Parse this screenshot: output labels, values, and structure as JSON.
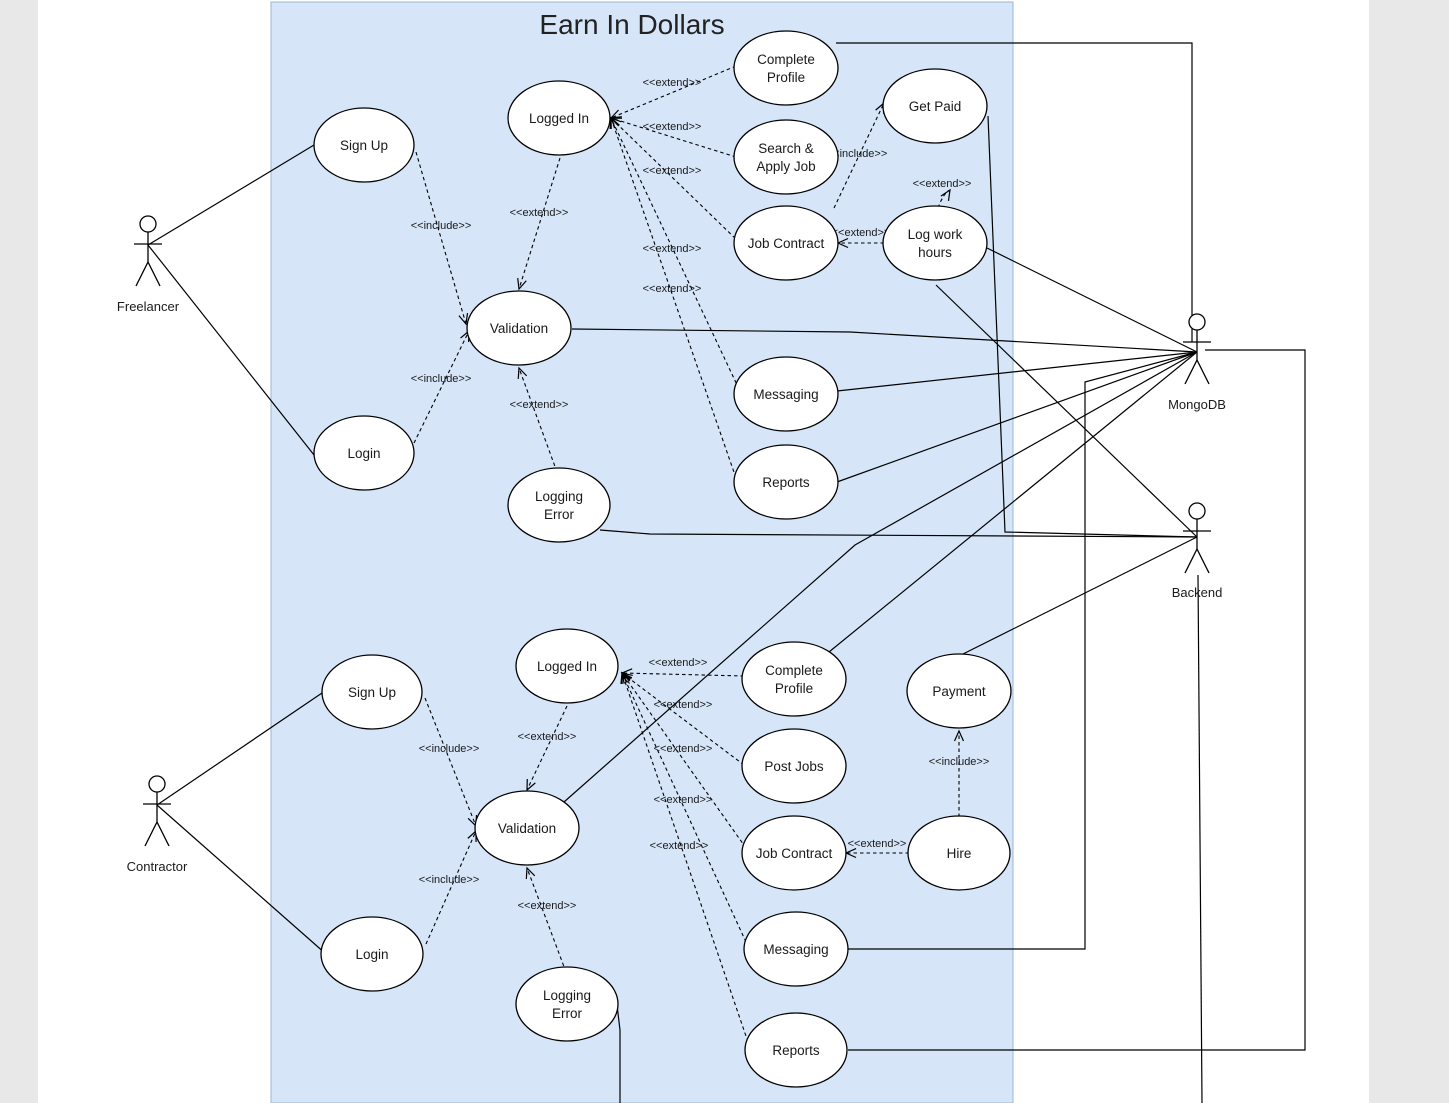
{
  "diagram": {
    "title": "Earn In Dollars",
    "actors": {
      "freelancer": "Freelancer",
      "contractor": "Contractor",
      "mongodb": "MongoDB",
      "backend": "Backend"
    },
    "use_cases": {
      "f_signup": [
        "Sign Up"
      ],
      "f_login": [
        "Login"
      ],
      "f_validation": [
        "Validation"
      ],
      "f_logging_error": [
        "Logging",
        "Error"
      ],
      "f_logged_in": [
        "Logged In"
      ],
      "f_complete_profile": [
        "Complete",
        "Profile"
      ],
      "f_search_apply": [
        "Search &",
        "Apply Job"
      ],
      "f_job_contract": [
        "Job Contract"
      ],
      "f_get_paid": [
        "Get Paid"
      ],
      "f_log_hours": [
        "Log work",
        "hours"
      ],
      "f_messaging": [
        "Messaging"
      ],
      "f_reports": [
        "Reports"
      ],
      "c_signup": [
        "Sign Up"
      ],
      "c_login": [
        "Login"
      ],
      "c_validation": [
        "Validation"
      ],
      "c_logging_error": [
        "Logging",
        "Error"
      ],
      "c_logged_in": [
        "Logged In"
      ],
      "c_complete_profile": [
        "Complete",
        "Profile"
      ],
      "c_post_jobs": [
        "Post Jobs"
      ],
      "c_job_contract": [
        "Job Contract"
      ],
      "c_hire": [
        "Hire"
      ],
      "c_payment": [
        "Payment"
      ],
      "c_messaging": [
        "Messaging"
      ],
      "c_reports": [
        "Reports"
      ]
    },
    "relation_labels": {
      "include": "<<include>>",
      "extend": "<<extend>>"
    },
    "colors": {
      "page": "#e8e8e8",
      "sheet": "#ffffff",
      "system_boundary": "#d6e6f8",
      "boundary_stroke": "#9bb5d3",
      "line": "#000000"
    }
  }
}
